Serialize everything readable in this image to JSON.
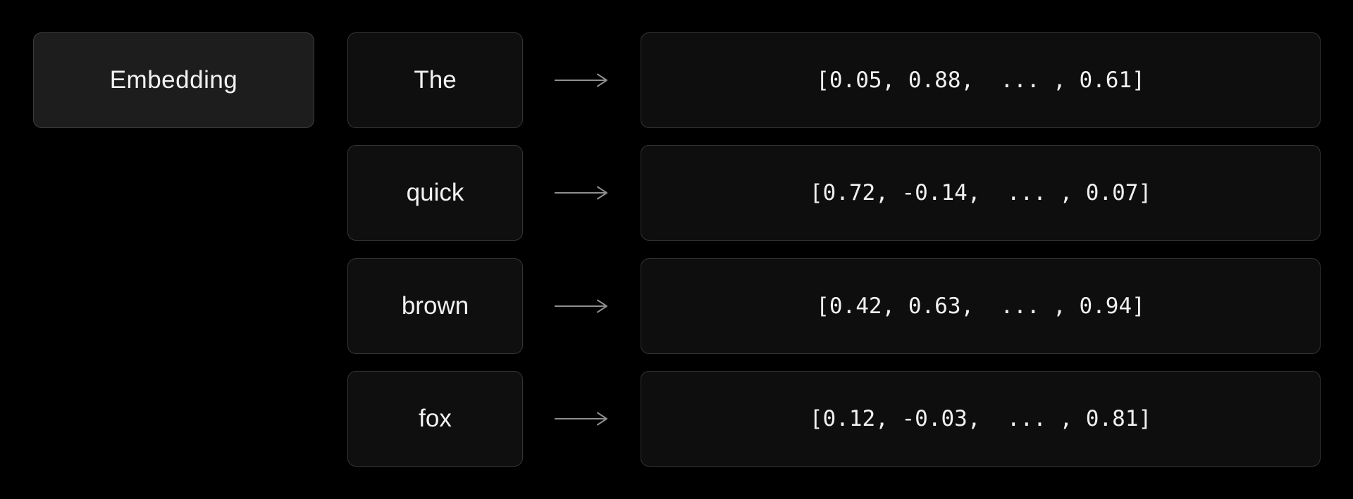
{
  "diagram": {
    "title": "Embedding",
    "rows": [
      {
        "word": "The",
        "vector": "[0.05, 0.88,  ... , 0.61]"
      },
      {
        "word": "quick",
        "vector": "[0.72, -0.14,  ... , 0.07]"
      },
      {
        "word": "brown",
        "vector": "[0.42, 0.63,  ... , 0.94]"
      },
      {
        "word": "fox",
        "vector": "[0.12, -0.03,  ... , 0.81]"
      }
    ],
    "icons": {
      "arrow": "arrow-right-icon"
    },
    "colors": {
      "background": "#000000",
      "embedding_box_fill": "#1d1d1d",
      "embedding_box_border": "#3d3d3d",
      "token_box_fill": "#0f0f0f",
      "vector_box_fill": "#0e0e0e",
      "box_border": "#353535",
      "text": "#f2f2f2",
      "arrow": "#8f8f8f"
    }
  }
}
